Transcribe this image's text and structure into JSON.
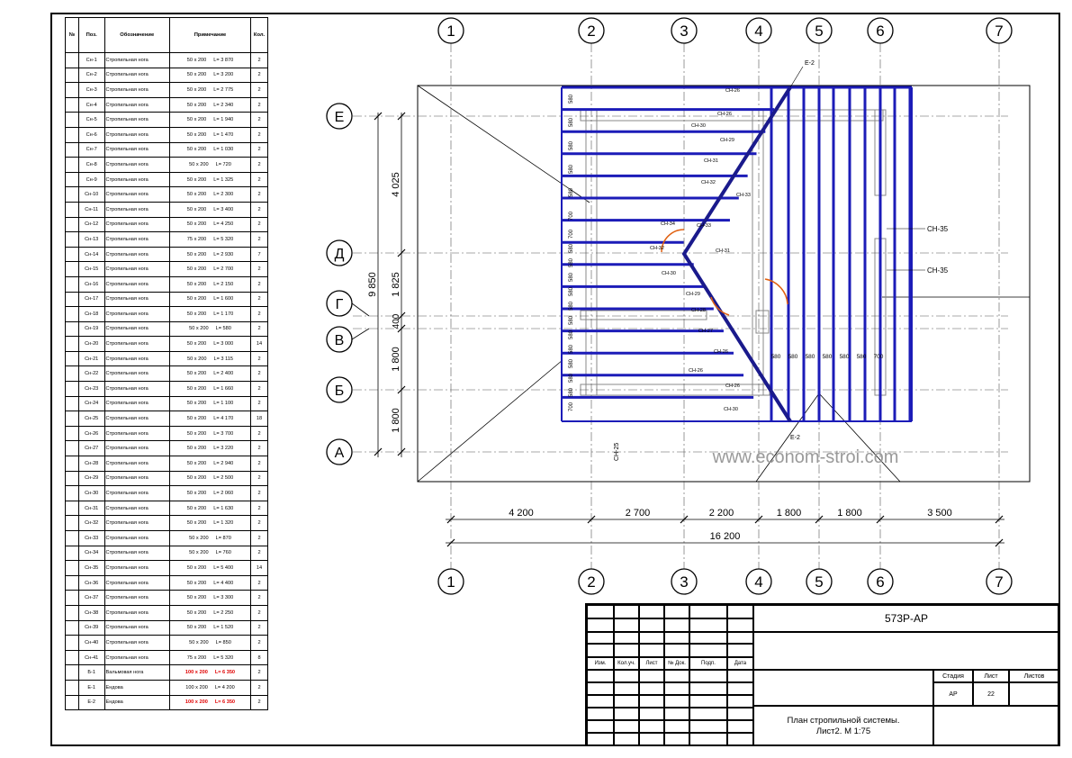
{
  "spec": {
    "headers": [
      "№",
      "Поз.",
      "Обозначение",
      "Примечание",
      "Кол."
    ],
    "rows": [
      {
        "pos": "Сн-1",
        "name": "Стропильная нога",
        "sec": "50 x 200",
        "len": "L= 3 870",
        "qty": "2",
        "red": false
      },
      {
        "pos": "Сн-2",
        "name": "Стропильная нога",
        "sec": "50 x 200",
        "len": "L= 3 200",
        "qty": "2",
        "red": false
      },
      {
        "pos": "Сн-3",
        "name": "Стропильная нога",
        "sec": "50 x 200",
        "len": "L= 2 775",
        "qty": "2",
        "red": false
      },
      {
        "pos": "Сн-4",
        "name": "Стропильная нога",
        "sec": "50 x 200",
        "len": "L= 2 340",
        "qty": "2",
        "red": false
      },
      {
        "pos": "Сн-5",
        "name": "Стропильная нога",
        "sec": "50 x 200",
        "len": "L= 1 940",
        "qty": "2",
        "red": false
      },
      {
        "pos": "Сн-6",
        "name": "Стропильная нога",
        "sec": "50 x 200",
        "len": "L= 1 470",
        "qty": "2",
        "red": false
      },
      {
        "pos": "Сн-7",
        "name": "Стропильная нога",
        "sec": "50 x 200",
        "len": "L= 1 030",
        "qty": "2",
        "red": false
      },
      {
        "pos": "Сн-8",
        "name": "Стропильная нога",
        "sec": "50 x 200",
        "len": "L= 720",
        "qty": "2",
        "red": false
      },
      {
        "pos": "Сн-9",
        "name": "Стропильная нога",
        "sec": "50 x 200",
        "len": "L= 1 325",
        "qty": "2",
        "red": false
      },
      {
        "pos": "Сн-10",
        "name": "Стропильная нога",
        "sec": "50 x 200",
        "len": "L= 2 300",
        "qty": "2",
        "red": false
      },
      {
        "pos": "Сн-11",
        "name": "Стропильная нога",
        "sec": "50 x 200",
        "len": "L= 3 400",
        "qty": "2",
        "red": false
      },
      {
        "pos": "Сн-12",
        "name": "Стропильная нога",
        "sec": "50 x 200",
        "len": "L= 4 250",
        "qty": "2",
        "red": false
      },
      {
        "pos": "Сн-13",
        "name": "Стропильная нога",
        "sec": "75 x 200",
        "len": "L= 5 320",
        "qty": "2",
        "red": false
      },
      {
        "pos": "Сн-14",
        "name": "Стропильная нога",
        "sec": "50 x 200",
        "len": "L= 2 930",
        "qty": "7",
        "red": false
      },
      {
        "pos": "Сн-15",
        "name": "Стропильная нога",
        "sec": "50 x 200",
        "len": "L= 2 700",
        "qty": "2",
        "red": false
      },
      {
        "pos": "Сн-16",
        "name": "Стропильная нога",
        "sec": "50 x 200",
        "len": "L= 2 150",
        "qty": "2",
        "red": false
      },
      {
        "pos": "Сн-17",
        "name": "Стропильная нога",
        "sec": "50 x 200",
        "len": "L= 1 600",
        "qty": "2",
        "red": false
      },
      {
        "pos": "Сн-18",
        "name": "Стропильная нога",
        "sec": "50 x 200",
        "len": "L= 1 170",
        "qty": "2",
        "red": false
      },
      {
        "pos": "Сн-19",
        "name": "Стропильная нога",
        "sec": "50 x 200",
        "len": "L= 580",
        "qty": "2",
        "red": false
      },
      {
        "pos": "Сн-20",
        "name": "Стропильная нога",
        "sec": "50 x 200",
        "len": "L= 3 000",
        "qty": "14",
        "red": false
      },
      {
        "pos": "Сн-21",
        "name": "Стропильная нога",
        "sec": "50 x 200",
        "len": "L= 3 115",
        "qty": "2",
        "red": false
      },
      {
        "pos": "Сн-22",
        "name": "Стропильная нога",
        "sec": "50 x 200",
        "len": "L= 2 400",
        "qty": "2",
        "red": false
      },
      {
        "pos": "Сн-23",
        "name": "Стропильная нога",
        "sec": "50 x 200",
        "len": "L= 1 660",
        "qty": "2",
        "red": false
      },
      {
        "pos": "Сн-24",
        "name": "Стропильная нога",
        "sec": "50 x 200",
        "len": "L= 1 100",
        "qty": "2",
        "red": false
      },
      {
        "pos": "Сн-25",
        "name": "Стропильная нога",
        "sec": "50 x 200",
        "len": "L= 4 170",
        "qty": "18",
        "red": false
      },
      {
        "pos": "Сн-26",
        "name": "Стропильная нога",
        "sec": "50 x 200",
        "len": "L= 3 700",
        "qty": "2",
        "red": false
      },
      {
        "pos": "Сн-27",
        "name": "Стропильная нога",
        "sec": "50 x 200",
        "len": "L= 3 220",
        "qty": "2",
        "red": false
      },
      {
        "pos": "Сн-28",
        "name": "Стропильная нога",
        "sec": "50 x 200",
        "len": "L= 2 940",
        "qty": "2",
        "red": false
      },
      {
        "pos": "Сн-29",
        "name": "Стропильная нога",
        "sec": "50 x 200",
        "len": "L= 2 500",
        "qty": "2",
        "red": false
      },
      {
        "pos": "Сн-30",
        "name": "Стропильная нога",
        "sec": "50 x 200",
        "len": "L= 2 060",
        "qty": "2",
        "red": false
      },
      {
        "pos": "Сн-31",
        "name": "Стропильная нога",
        "sec": "50 x 200",
        "len": "L= 1 630",
        "qty": "2",
        "red": false
      },
      {
        "pos": "Сн-32",
        "name": "Стропильная нога",
        "sec": "50 x 200",
        "len": "L= 1 320",
        "qty": "2",
        "red": false
      },
      {
        "pos": "Сн-33",
        "name": "Стропильная нога",
        "sec": "50 x 200",
        "len": "L= 870",
        "qty": "2",
        "red": false
      },
      {
        "pos": "Сн-34",
        "name": "Стропильная нога",
        "sec": "50 x 200",
        "len": "L= 760",
        "qty": "2",
        "red": false
      },
      {
        "pos": "Сн-35",
        "name": "Стропильная нога",
        "sec": "50 x 200",
        "len": "L= 5 400",
        "qty": "14",
        "red": false
      },
      {
        "pos": "Сн-36",
        "name": "Стропильная нога",
        "sec": "50 x 200",
        "len": "L= 4 400",
        "qty": "2",
        "red": false
      },
      {
        "pos": "Сн-37",
        "name": "Стропильная нога",
        "sec": "50 x 200",
        "len": "L= 3 300",
        "qty": "2",
        "red": false
      },
      {
        "pos": "Сн-38",
        "name": "Стропильная нога",
        "sec": "50 x 200",
        "len": "L= 2 250",
        "qty": "2",
        "red": false
      },
      {
        "pos": "Сн-39",
        "name": "Стропильная нога",
        "sec": "50 x 200",
        "len": "L= 1 520",
        "qty": "2",
        "red": false
      },
      {
        "pos": "Сн-40",
        "name": "Стропильная нога",
        "sec": "50 x 200",
        "len": "L= 850",
        "qty": "2",
        "red": false
      },
      {
        "pos": "Сн-41",
        "name": "Стропильная нога",
        "sec": "75 x 200",
        "len": "L= 5 320",
        "qty": "8",
        "red": false
      },
      {
        "pos": "Б-1",
        "name": "Вальмовая нога",
        "sec": "100 x 200",
        "len": "L= 6 350",
        "qty": "2",
        "red": true
      },
      {
        "pos": "Е-1",
        "name": "Ендова",
        "sec": "100 x 200",
        "len": "L= 4 200",
        "qty": "2",
        "red": false
      },
      {
        "pos": "Е-2",
        "name": "Ендова",
        "sec": "100 x 200",
        "len": "L= 6 350",
        "qty": "2",
        "red": true
      }
    ]
  },
  "axes": {
    "numbered": [
      "1",
      "2",
      "3",
      "4",
      "5",
      "6",
      "7"
    ],
    "lettered": [
      "Е",
      "Д",
      "Г",
      "В",
      "Б",
      "А"
    ]
  },
  "dimensions": {
    "horizontal": [
      "4 200",
      "2 700",
      "2 200",
      "1 800",
      "1 800",
      "3 500"
    ],
    "horizontal_total": "16 200",
    "vertical": [
      "4 025",
      "1 825",
      "400",
      "1 800",
      "1 800"
    ],
    "vertical_total": "9 850",
    "spacing_col": [
      "700",
      "580",
      "580",
      "580",
      "580",
      "580",
      "580",
      "580",
      "580",
      "580",
      "580",
      "580",
      "700"
    ],
    "spacing_row": [
      "580",
      "580",
      "580",
      "580",
      "580",
      "700"
    ]
  },
  "labels": {
    "hip_top": "Е-2",
    "hip_bottom": "Е-2",
    "sn35_a": "СН-35",
    "sn35_b": "СН-35",
    "sn25": "СН-25",
    "top_vals": [
      "СН-26",
      "СН-26",
      "СН-30",
      "СН-29",
      "СН-31",
      "СН-32",
      "СН-33",
      "СН-34",
      "СН-33",
      "СН-32",
      "СН-31",
      "СН-30",
      "СН-29",
      "СН-28",
      "СН-27",
      "СН-26"
    ],
    "watermark": "www.econom-stroi.com"
  },
  "stamp": {
    "code": "573Р-АР",
    "col_headers": [
      "Изм.",
      "Кол.уч.",
      "Лист",
      "№ Док.",
      "Подп.",
      "Дата"
    ],
    "stage_header": "Стадия",
    "sheet_header": "Лист",
    "sheets_header": "Листов",
    "stage": "АР",
    "sheet": "22",
    "sheets": "",
    "title_line1": "План стропильной системы.",
    "title_line2": "Лист2.  М 1:75"
  }
}
